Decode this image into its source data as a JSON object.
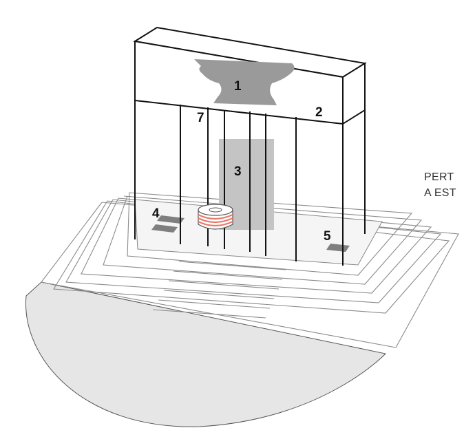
{
  "labels": {
    "one": "1",
    "two": "2",
    "three": "3",
    "four": "4",
    "five": "5",
    "seven": "7"
  },
  "side_label": {
    "line1": "PERT",
    "line2": "A EST"
  },
  "colors": {
    "stroke": "#111111",
    "floor_fill": "#e6e6e6",
    "panel_fill": "#f2f2f2",
    "anvil": "#9a9a9a",
    "panel3": "#c4c4c4",
    "patch": "#7f7f7f",
    "coil": "#e87a6a"
  }
}
